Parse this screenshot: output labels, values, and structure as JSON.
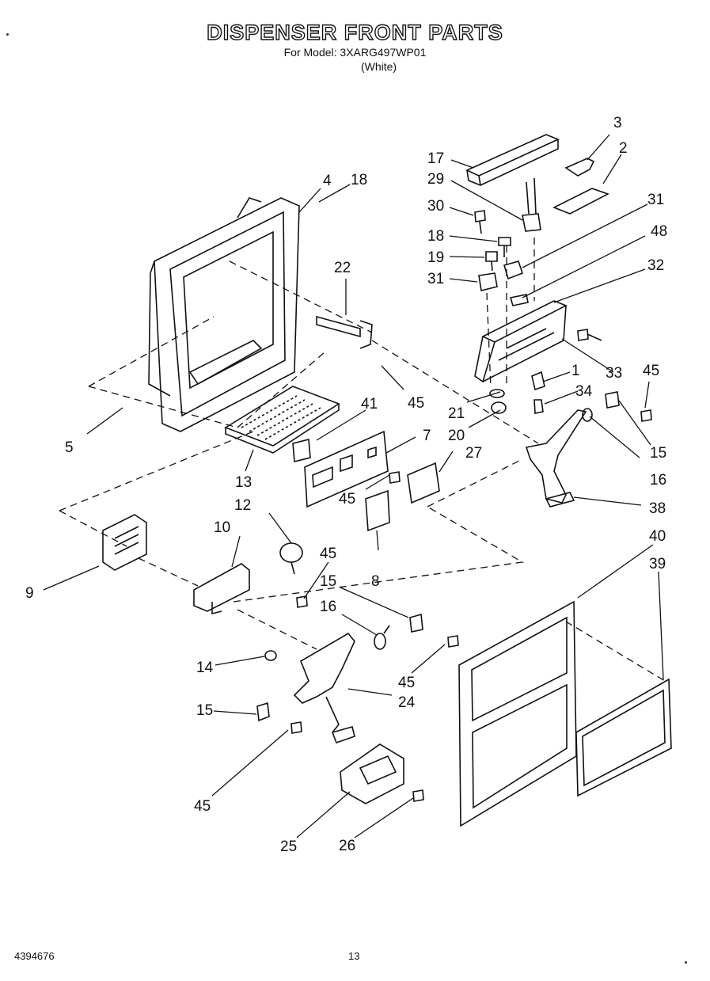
{
  "header": {
    "title": "DISPENSER FRONT PARTS",
    "model_line": "For Model: 3XARG497WP01",
    "color_line": "(White)"
  },
  "footer": {
    "doc_number": "4394676",
    "page_number": "13"
  },
  "callouts": [
    "3",
    "2",
    "17",
    "29",
    "4",
    "18",
    "30",
    "31",
    "48",
    "18",
    "19",
    "31",
    "32",
    "22",
    "45",
    "1",
    "33",
    "45",
    "34",
    "5",
    "41",
    "7",
    "21",
    "20",
    "15",
    "27",
    "16",
    "13",
    "45",
    "38",
    "12",
    "10",
    "45",
    "8",
    "40",
    "39",
    "9",
    "15",
    "16",
    "14",
    "45",
    "24",
    "15",
    "45",
    "25",
    "26"
  ]
}
